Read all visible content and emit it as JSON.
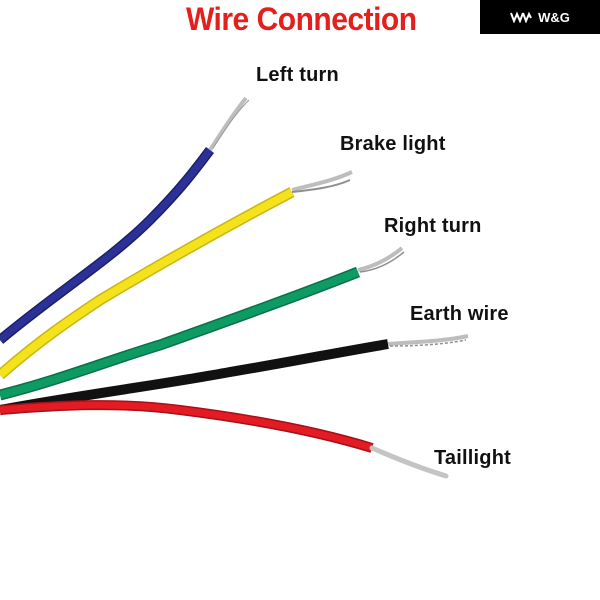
{
  "title": "Wire Connection",
  "brand": {
    "logo_icon": "wg-logo-icon",
    "name": "W&G"
  },
  "wires": [
    {
      "label": "Left turn",
      "color": "#2b3196"
    },
    {
      "label": "Brake light",
      "color": "#f4e21c"
    },
    {
      "label": "Right turn",
      "color": "#0d9a63"
    },
    {
      "label": "Earth wire",
      "color": "#111111"
    },
    {
      "label": "Taillight",
      "color": "#e51b24"
    }
  ],
  "colors": {
    "title": "#e3201b",
    "badge_background": "#000000",
    "badge_text": "#ffffff",
    "copper_tip": "#b8b8b8"
  }
}
